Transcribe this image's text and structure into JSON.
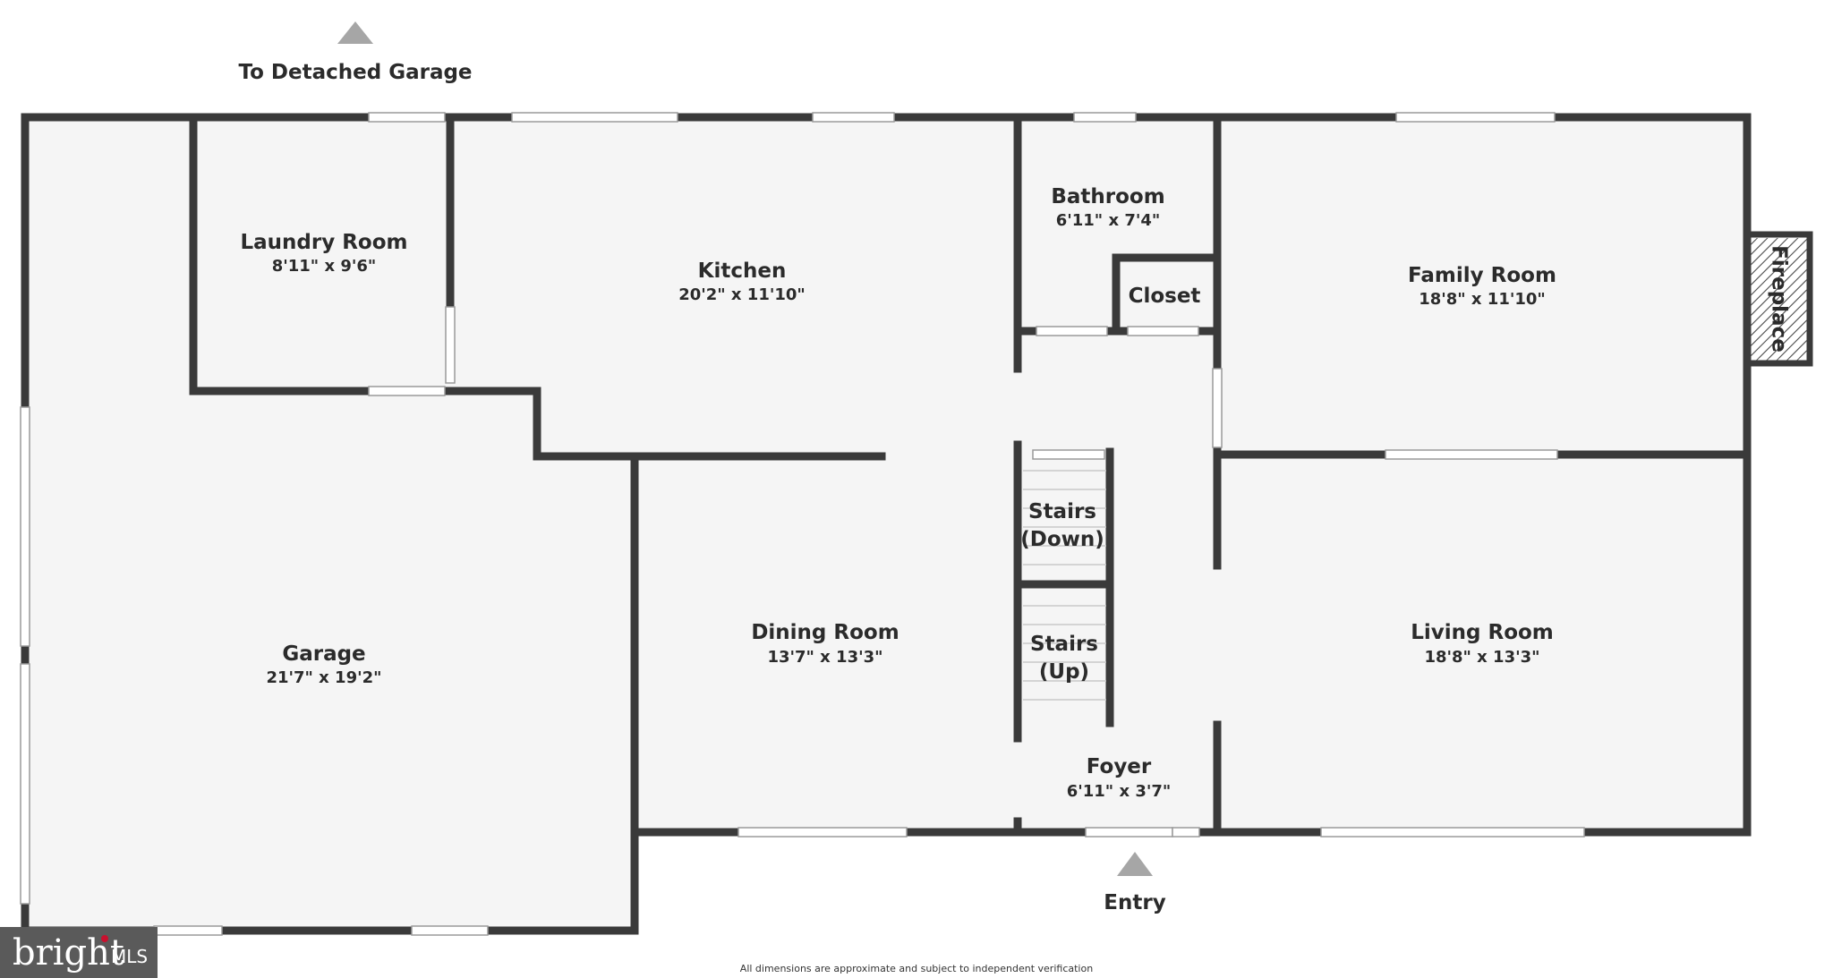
{
  "colors": {
    "wall": "#3a3a3a",
    "floor": "#f5f5f5",
    "window": "#ffffff",
    "arrow": "#a6a6a6",
    "logo_bg": "#5a5a5a",
    "logo_accent": "#c8102e"
  },
  "rooms": {
    "laundry": {
      "name": "Laundry Room",
      "dims": "8'11\" x 9'6\""
    },
    "kitchen": {
      "name": "Kitchen",
      "dims": "20'2\" x 11'10\""
    },
    "bathroom": {
      "name": "Bathroom",
      "dims": "6'11\" x 7'4\""
    },
    "closet": {
      "name": "Closet"
    },
    "family": {
      "name": "Family Room",
      "dims": "18'8\" x 11'10\""
    },
    "fireplace": {
      "name": "Fireplace"
    },
    "garage": {
      "name": "Garage",
      "dims": "21'7\" x 19'2\""
    },
    "dining": {
      "name": "Dining Room",
      "dims": "13'7\" x 13'3\""
    },
    "stairs_down": {
      "line1": "Stairs",
      "line2": "(Down)"
    },
    "stairs_up": {
      "line1": "Stairs",
      "line2": "(Up)"
    },
    "living": {
      "name": "Living Room",
      "dims": "18'8\" x 13'3\""
    },
    "foyer": {
      "name": "Foyer",
      "dims": "6'11\" x 3'7\""
    }
  },
  "labels": {
    "detached_garage": "To Detached Garage",
    "entry": "Entry",
    "disclaimer": "All dimensions are approximate and subject to independent verification"
  },
  "logo": {
    "brand": "bright",
    "suffix": "MLS"
  }
}
